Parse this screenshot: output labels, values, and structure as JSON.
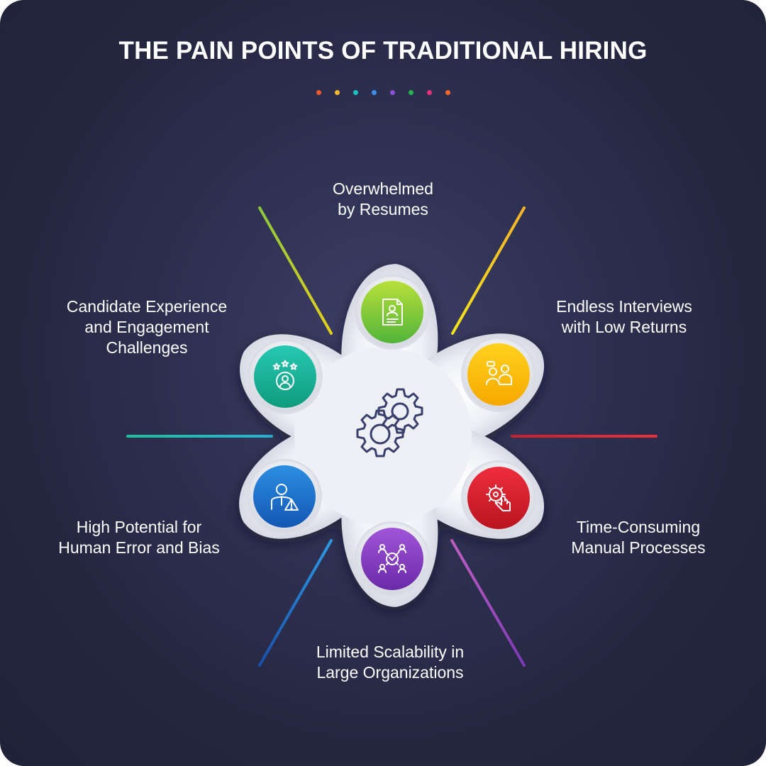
{
  "title": "THE PAIN POINTS OF TRADITIONAL HIRING",
  "dot_colors": [
    "#f05a28",
    "#f7b731",
    "#1ec2c5",
    "#3a8ee6",
    "#8b4fd6",
    "#27b14a",
    "#e9317a",
    "#f36b2b"
  ],
  "items": [
    {
      "label_lines": [
        "Overwhelmed",
        "by Resumes"
      ],
      "icon": "resume-icon",
      "color_top": "#b8e03a",
      "color_bottom": "#52b43a",
      "line_color_a": "#8bc63f",
      "line_color_b": "#e8d21a"
    },
    {
      "label_lines": [
        "Endless Interviews",
        "with Low Returns"
      ],
      "icon": "interview-icon",
      "color_top": "#ffd21f",
      "color_bottom": "#f6a800",
      "line_color_a": "#f7b22a",
      "line_color_b": "#f5e51c"
    },
    {
      "label_lines": [
        "Time-Consuming",
        "Manual Processes"
      ],
      "icon": "gear-hand-icon",
      "color_top": "#ef2e3c",
      "color_bottom": "#b8141f",
      "line_color_a": "#c9202f",
      "line_color_b": "#e8313f"
    },
    {
      "label_lines": [
        "Limited Scalability in",
        "Large Organizations"
      ],
      "icon": "network-icon",
      "color_top": "#a155d8",
      "color_bottom": "#6a2aa7",
      "line_color_a": "#c25fc4",
      "line_color_b": "#7a3bb5"
    },
    {
      "label_lines": [
        "High Potential for",
        "Human Error and Bias"
      ],
      "icon": "person-warning-icon",
      "color_top": "#2b8fe2",
      "color_bottom": "#1456b4",
      "line_color_a": "#2d9be6",
      "line_color_b": "#1a4fa8"
    },
    {
      "label_lines": [
        "Candidate Experience",
        "and Engagement",
        "Challenges"
      ],
      "icon": "rating-user-icon",
      "color_top": "#27c8b3",
      "color_bottom": "#0f9b7d",
      "line_color_a": "#1fbf9a",
      "line_color_b": "#28b5d6"
    }
  ],
  "center_icon": "gears-icon"
}
